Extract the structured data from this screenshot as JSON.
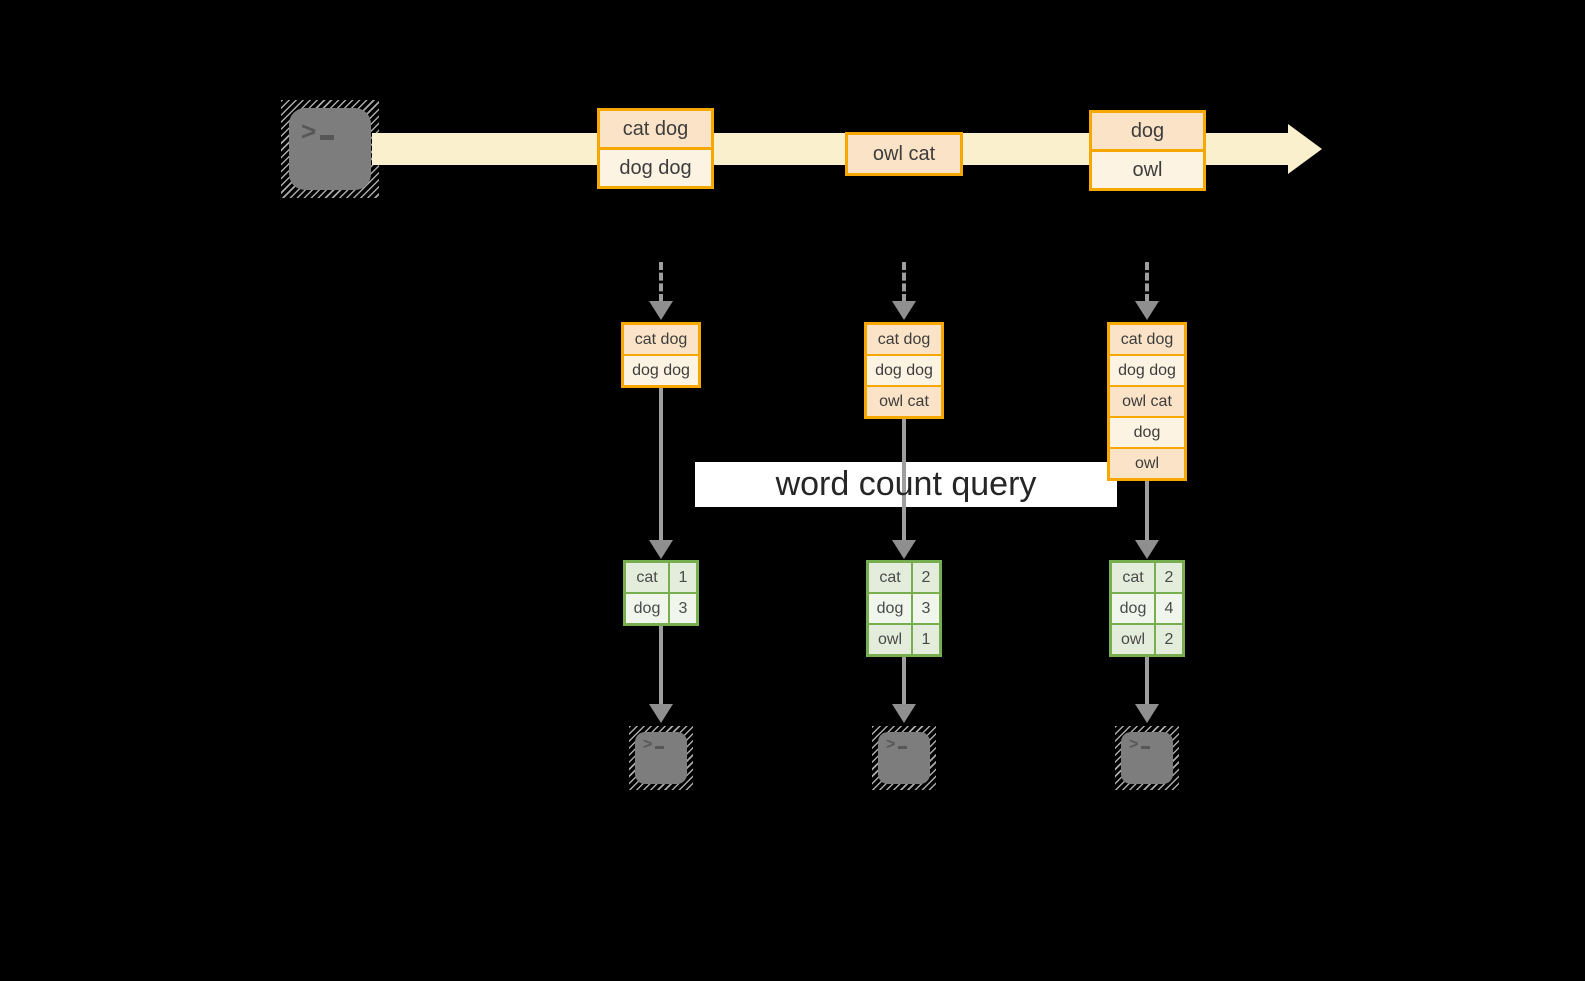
{
  "query_band": {
    "label": "word count query"
  },
  "timeline": {
    "messages": [
      {
        "lines": [
          "cat dog",
          "dog dog"
        ]
      },
      {
        "lines": [
          "owl cat"
        ]
      },
      {
        "lines": [
          "dog",
          "owl"
        ]
      }
    ]
  },
  "columns": [
    {
      "buffer": [
        "cat dog",
        "dog dog"
      ],
      "counts": [
        [
          "cat",
          "1"
        ],
        [
          "dog",
          "3"
        ]
      ]
    },
    {
      "buffer": [
        "cat dog",
        "dog dog",
        "owl cat"
      ],
      "counts": [
        [
          "cat",
          "2"
        ],
        [
          "dog",
          "3"
        ],
        [
          "owl",
          "1"
        ]
      ]
    },
    {
      "buffer": [
        "cat dog",
        "dog dog",
        "owl cat",
        "dog",
        "owl"
      ],
      "counts": [
        [
          "cat",
          "2"
        ],
        [
          "dog",
          "4"
        ],
        [
          "owl",
          "2"
        ]
      ]
    }
  ],
  "icons": {
    "source": "terminal-prompt-icon",
    "sinks": [
      "terminal-prompt-icon",
      "terminal-prompt-icon",
      "terminal-prompt-icon"
    ]
  },
  "colors": {
    "background": "#000000",
    "stream_arrow": "#FAF0CD",
    "box_border": "#F6A800",
    "box_fill_dark": "#FAE3C6",
    "box_fill_light": "#FDF3E3",
    "table_border": "#76AE50",
    "table_fill_dark": "#E4EDDB",
    "table_fill_light": "#F1F6EC",
    "connector_gray": "#9E9E9E",
    "terminal_gray": "#7D7D7D",
    "query_band_bg": "#FFFFFF",
    "text": "#3D3D3D"
  }
}
